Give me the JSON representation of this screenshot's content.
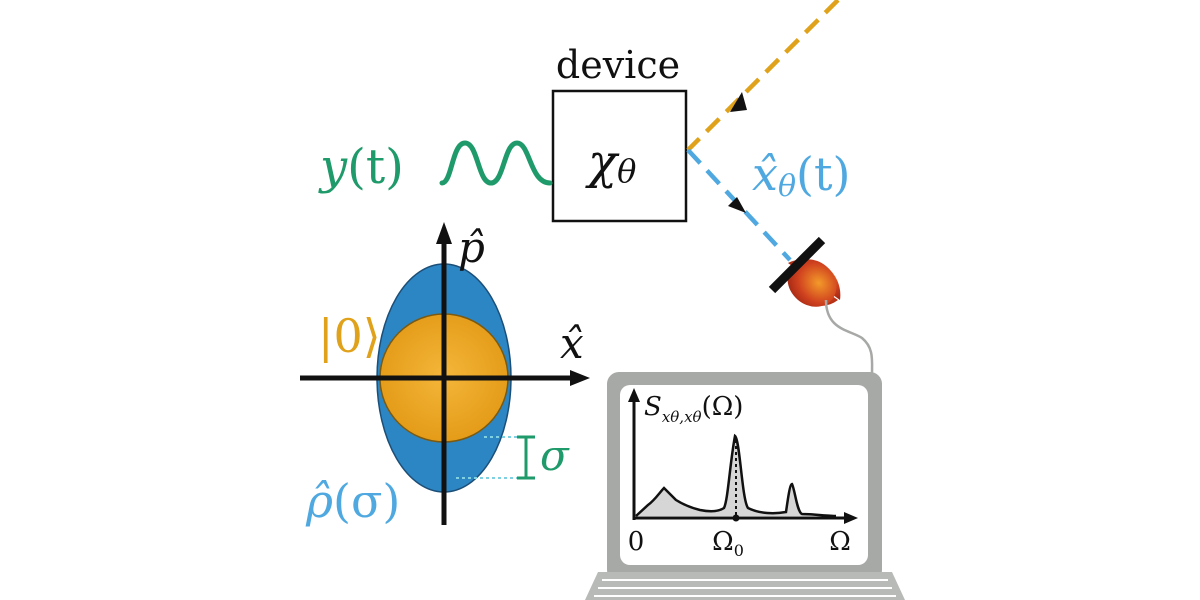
{
  "colors": {
    "signal_green": "#1f9a6a",
    "output_blue": "#4fa9e0",
    "input_orange": "#e0a21a",
    "ellipse_blue": "#2d86c4",
    "circle_gold": "#e8a11c",
    "detector_red": "#c8371f",
    "laptop_gray": "#a7a9a6",
    "sigma_green": "#1f9a6a",
    "dotted_cyan": "#7fd0e0"
  },
  "device": {
    "label": "device",
    "symbol": "χ",
    "subscript": "θ"
  },
  "signal": {
    "name": "y",
    "arg": "(t)"
  },
  "output": {
    "name": "x̂",
    "subscript": "θ",
    "arg": "(t)"
  },
  "phase_space": {
    "p_axis": "p̂",
    "x_axis": "x̂",
    "vacuum_label": "|0⟩",
    "state_name": "ρ̂",
    "state_arg": "(σ)",
    "sigma_label": "σ"
  },
  "spectrum": {
    "title_main": "S",
    "title_sub": "xθ,xθ",
    "title_arg": "(Ω)",
    "x_tick_zero": "0",
    "x_tick_peak": "Ω",
    "x_tick_peak_sub": "0",
    "x_axis_label": "Ω"
  },
  "icons": {
    "detector": "photodetector-icon",
    "laptop": "laptop-icon",
    "device": "device-box-icon"
  }
}
